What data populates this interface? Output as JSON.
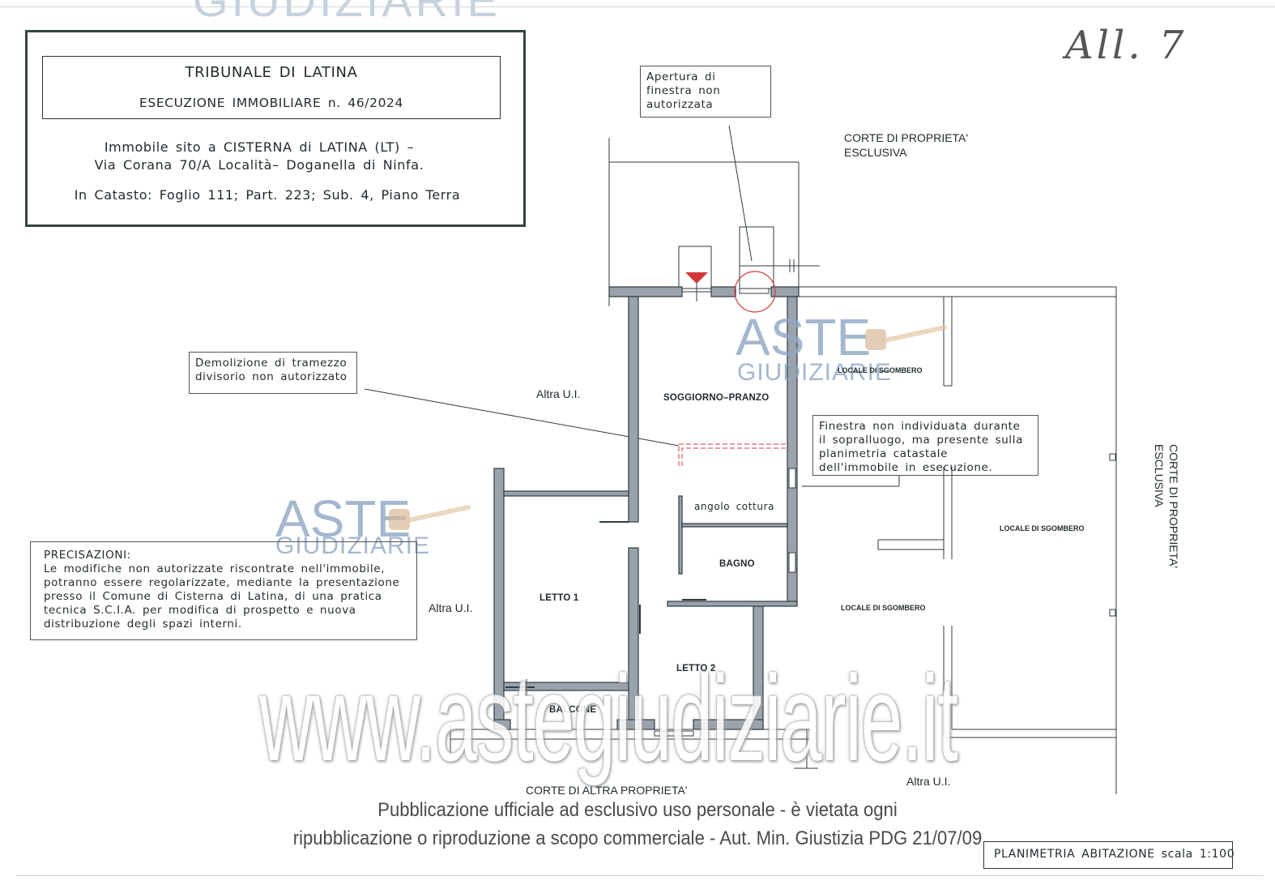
{
  "header": {
    "watermark_top": "GIUDIZIARIE",
    "annex_label": "All. 7"
  },
  "title_block": {
    "court": "TRIBUNALE DI LATINA",
    "case": "ESECUZIONE IMMOBILIARE n. 46/2024",
    "address_line1": "Immobile sito a CISTERNA di LATINA (LT) –",
    "address_line2": "Via Corana 70/A Località– Doganella di Ninfa.",
    "cadastre": "In Catasto: Foglio 111; Part. 223; Sub. 4, Piano Terra"
  },
  "callouts": {
    "window_opening": "Apertura di finestra non autorizzata",
    "partition_demolition": "Demolizione di tramezzo divisorio non autorizzato",
    "window_not_found": "Finestra non individuata durante il sopralluogo, ma presente sulla planimetria catastale dell'immobile in esecuzione."
  },
  "notes": {
    "title": "PRECISAZIONI:",
    "body": "Le modifiche non autorizzate riscontrate nell'immobile, potranno essere regolarizzate, mediante la presentazione presso il Comune di Cisterna di Latina, di una pratica tecnica S.C.I.A. per modifica di prospetto e nuova distribuzione degli spazi interni."
  },
  "rooms": {
    "living": "SOGGIORNO–PRANZO",
    "kitchen": "angolo cottura",
    "bathroom": "BAGNO",
    "bedroom1": "LETTO 1",
    "bedroom2": "LETTO 2",
    "balcony": "BALCONE",
    "storage1": "LOCALE DI SGOMBERO",
    "storage2": "LOCALE DI SGOMBERO",
    "storage3": "LOCALE DI SGOMBERO"
  },
  "surroundings": {
    "court_exclusive_top": "CORTE DI PROPRIETA' ESCLUSIVA",
    "court_exclusive_right": "CORTE DI PROPRIETA' ESCLUSIVA",
    "other_unit_1": "Altra U.I.",
    "other_unit_2": "Altra U.I.",
    "other_unit_3": "Altra U.I.",
    "court_other": "CORTE DI ALTRA PROPRIETA'"
  },
  "watermarks": {
    "aste": "ASTE",
    "giudiziarie": "GIUDIZIARIE",
    "site": "www.astegiudiziarie.it"
  },
  "footer": {
    "line1": "Pubblicazione ufficiale ad esclusivo uso personale - è vietata ogni",
    "line2": "ripubblicazione o riproduzione a scopo commerciale - Aut. Min. Giustizia PDG 21/07/09",
    "scale_label": "PLANIMETRIA ABITAZIONE scala 1:100"
  },
  "colors": {
    "wall_fill": "#9aa3ab",
    "wall_stroke": "#2f3a40",
    "highlight_red": "#d23a3a",
    "watermark_blue": "#8fa6c4",
    "title_border": "#34453d"
  }
}
